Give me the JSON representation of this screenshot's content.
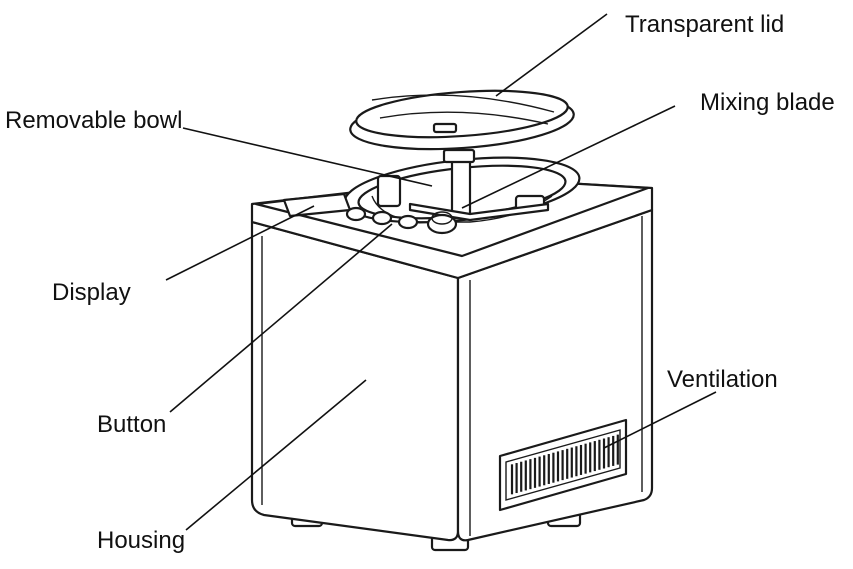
{
  "diagram": {
    "labels": [
      {
        "id": "lid",
        "text": "Transparent lid"
      },
      {
        "id": "blade",
        "text": "Mixing blade"
      },
      {
        "id": "bowl",
        "text": "Removable bowl"
      },
      {
        "id": "display",
        "text": "Display"
      },
      {
        "id": "button",
        "text": "Button"
      },
      {
        "id": "ventilation",
        "text": "Ventilation"
      },
      {
        "id": "housing",
        "text": "Housing"
      }
    ]
  },
  "colors": {
    "line": "#111111",
    "background": "#ffffff"
  }
}
